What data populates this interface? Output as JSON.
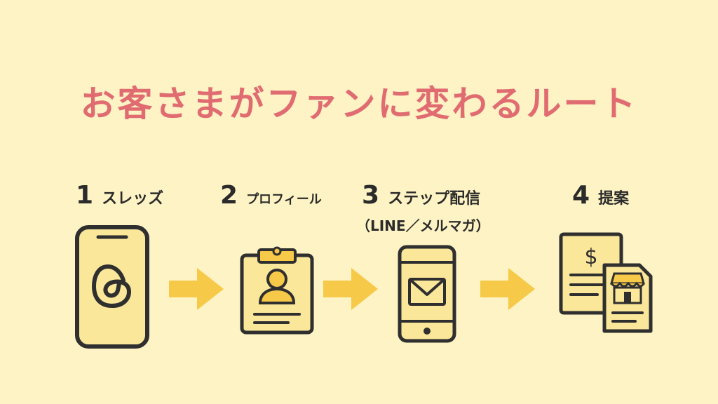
{
  "title": "お客さまがファンに変わるルート",
  "steps": [
    {
      "number": "1",
      "label": "スレッズ",
      "icon": "threads-phone-icon"
    },
    {
      "number": "2",
      "label": "プロフィール",
      "icon": "profile-clipboard-icon"
    },
    {
      "number": "3",
      "label": "ステップ配信",
      "sublabel": "（LINE／メルマガ）",
      "icon": "mail-phone-icon"
    },
    {
      "number": "4",
      "label": "提案",
      "icon": "invoice-shop-icon"
    }
  ],
  "colors": {
    "background": "#fdf3c4",
    "title": "#e06c72",
    "arrow": "#f7c948",
    "icon_fill": "#fbe79a",
    "icon_stroke": "#2f2f2f"
  }
}
